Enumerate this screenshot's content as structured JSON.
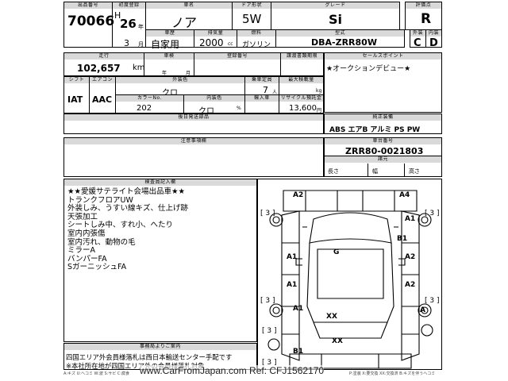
{
  "header": {
    "lot_label": "出品番号",
    "lot": "70066",
    "first_reg_label": "初度登録",
    "era": "H",
    "year": "26",
    "year_unit": "年",
    "month": "3",
    "month_unit": "月",
    "car_name_label": "車名",
    "car_name": "ノア",
    "door_label": "ドア形状",
    "door": "5W",
    "grade_label": "グレード",
    "grade": "Si",
    "score_label": "評価点",
    "score": "R",
    "usage_label": "車歴",
    "usage": "自家用",
    "displacement_label": "排気量",
    "displacement": "2000",
    "cc": "cc",
    "fuel_label": "燃料",
    "fuel": "ガソリン",
    "model_label": "型式",
    "model": "DBA-ZRR80W",
    "ext_label": "外装",
    "ext": "C",
    "int_label": "内装",
    "int": "D"
  },
  "row2": {
    "mileage_label": "走行",
    "mileage": "102,657",
    "km": "km",
    "inspection_label": "車検",
    "year_unit": "年",
    "month_unit": "月",
    "reg_no_label": "登録番号",
    "transfer_label": "譲渡書類期限",
    "selling_label": "セールスポイント",
    "selling": "★オークションデビュー★"
  },
  "row3": {
    "shift_label": "シフト",
    "shift": "IAT",
    "ac_label": "エアコン",
    "ac": "AAC",
    "color_label": "外装色",
    "color": "クロ",
    "capacity_label": "乗車定員",
    "capacity": "7",
    "capacity_unit": "人",
    "load_label": "最大積載量",
    "load_unit": "kg",
    "color_no_label": "カラーNo.",
    "color_no": "202",
    "int_color_label": "内装色",
    "int_color": "クロ",
    "import_label": "輸入車",
    "recycle_label": "リサイクル預託金",
    "recycle": "13,600",
    "yen": "円",
    "yen_pct": "%"
  },
  "options": {
    "rear_label": "後日発送部品",
    "equip_label": "純正装備",
    "equip": "ABS エアB アルミ PS PW"
  },
  "notes": {
    "attention_label": "注意事項欄",
    "chassis_label": "車台番号",
    "chassis": "ZRR80-0021803",
    "sizes_label": "諸元",
    "length": "長さ",
    "width": "幅",
    "height": "高さ"
  },
  "inspector": {
    "label": "検査員記入欄",
    "lines": [
      "★★愛媛サテライト会場出品車★★",
      "トランクフロアUW",
      "外装しみ、うすい線キズ、仕上げ跡",
      "天張加工",
      "シートしみ中、すれ小、へたり",
      "室内内張傷",
      "室内汚れ、動物の毛",
      "ミラーA",
      "バンパーFA",
      "SガーニッシュFA"
    ]
  },
  "contact": {
    "label": "事務局よりご案内",
    "lines": [
      "四国エリア外会員様落札は西日本輸送センター手配です",
      "※本社所在地が四国エリア外の会員様落札対象"
    ]
  },
  "diagram": {
    "marks": [
      "A2",
      "A4",
      "A1",
      "B1",
      "A1",
      "G",
      "A2",
      "A1",
      "A2",
      "A1",
      "A",
      "XX",
      "XX",
      "B1"
    ],
    "bracket_left_top": "[ 3 ]",
    "bracket_right_top": "[ 3 ]",
    "bracket_left_bottom": "[ 3 ]",
    "bracket_right_bottom": "[ 3 ]",
    "bracket_bottom": "[ 3 ]",
    "bracket_rear": "[ 3 ]"
  },
  "footer": {
    "watermark": "www.CarFromJapan.com Ref: CFJ1562170",
    "legend_left": "A:キズ  U:ヘコミ  W:波  S:サビ  C:腐食",
    "legend_right": "P:塗装  X:要交換  XX:交換済  B:キズを伴うヘコミ"
  }
}
